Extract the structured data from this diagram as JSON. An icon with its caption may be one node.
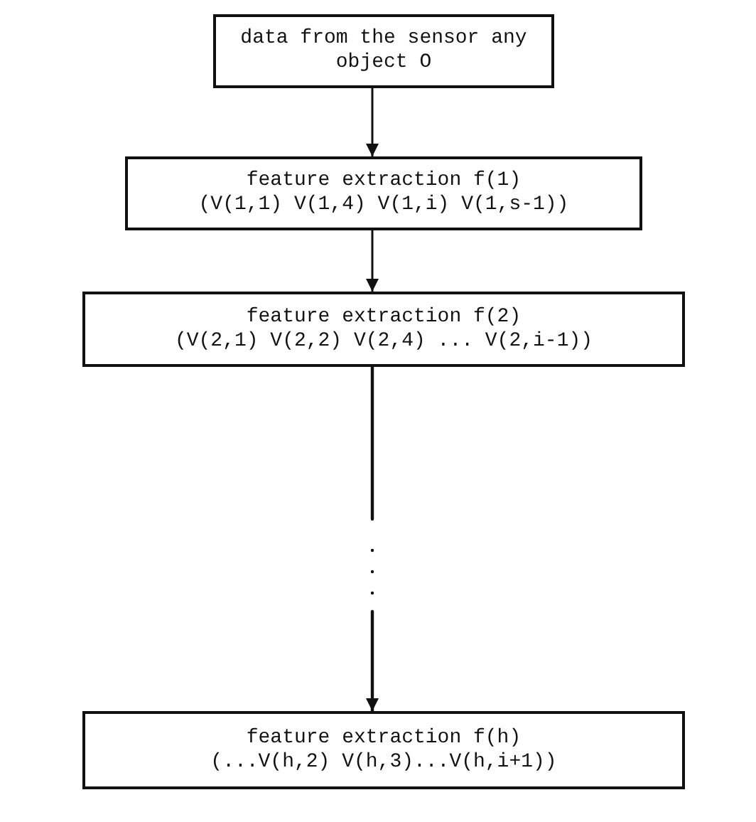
{
  "diagram": {
    "nodes": [
      {
        "text": [
          "data from the sensor any object O"
        ]
      },
      {
        "text": [
          "feature extraction f(1)",
          "(V(1,1) V(1,4) V(1,i) V(1,s-1))"
        ]
      },
      {
        "text": [
          "feature extraction f(2)",
          "(V(2,1) V(2,2) V(2,4) ... V(2,i-1))"
        ]
      },
      {
        "text": [
          "feature extraction f(h)",
          "(...V(h,2) V(h,3)...V(h,i+1))"
        ]
      }
    ],
    "edges": [
      {
        "from": 0,
        "to": 1,
        "arrow": "to"
      },
      {
        "from": 1,
        "to": 2,
        "arrow": "to"
      },
      {
        "from": 2,
        "to": 3,
        "arrow": "to",
        "style": "dashed"
      }
    ]
  }
}
